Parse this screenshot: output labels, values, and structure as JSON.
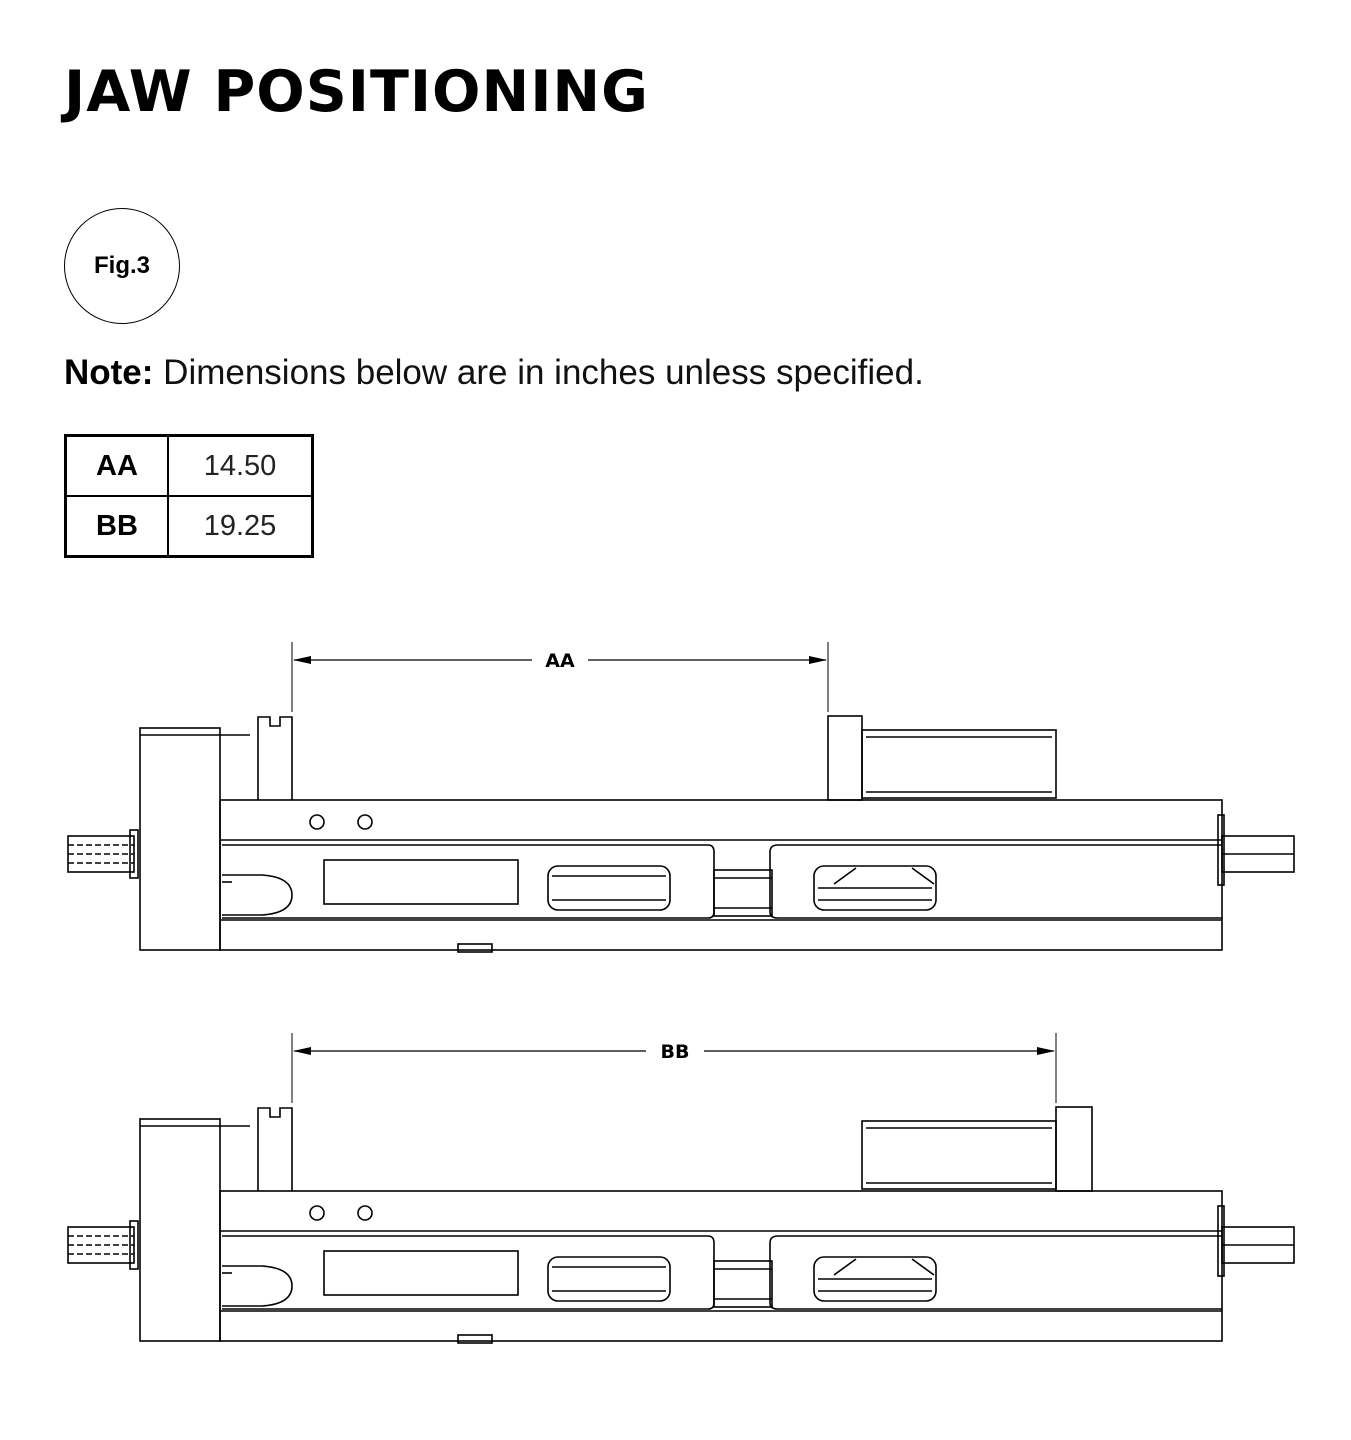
{
  "title": "JAW POSITIONING",
  "figure_label": "Fig.3",
  "note": {
    "label": "Note:",
    "text": " Dimensions below are in inches unless specified."
  },
  "dimensions_table": [
    {
      "key": "AA",
      "value": "14.50"
    },
    {
      "key": "BB",
      "value": "19.25"
    }
  ],
  "drawings": [
    {
      "dimension_label": "AA"
    },
    {
      "dimension_label": "BB"
    }
  ]
}
